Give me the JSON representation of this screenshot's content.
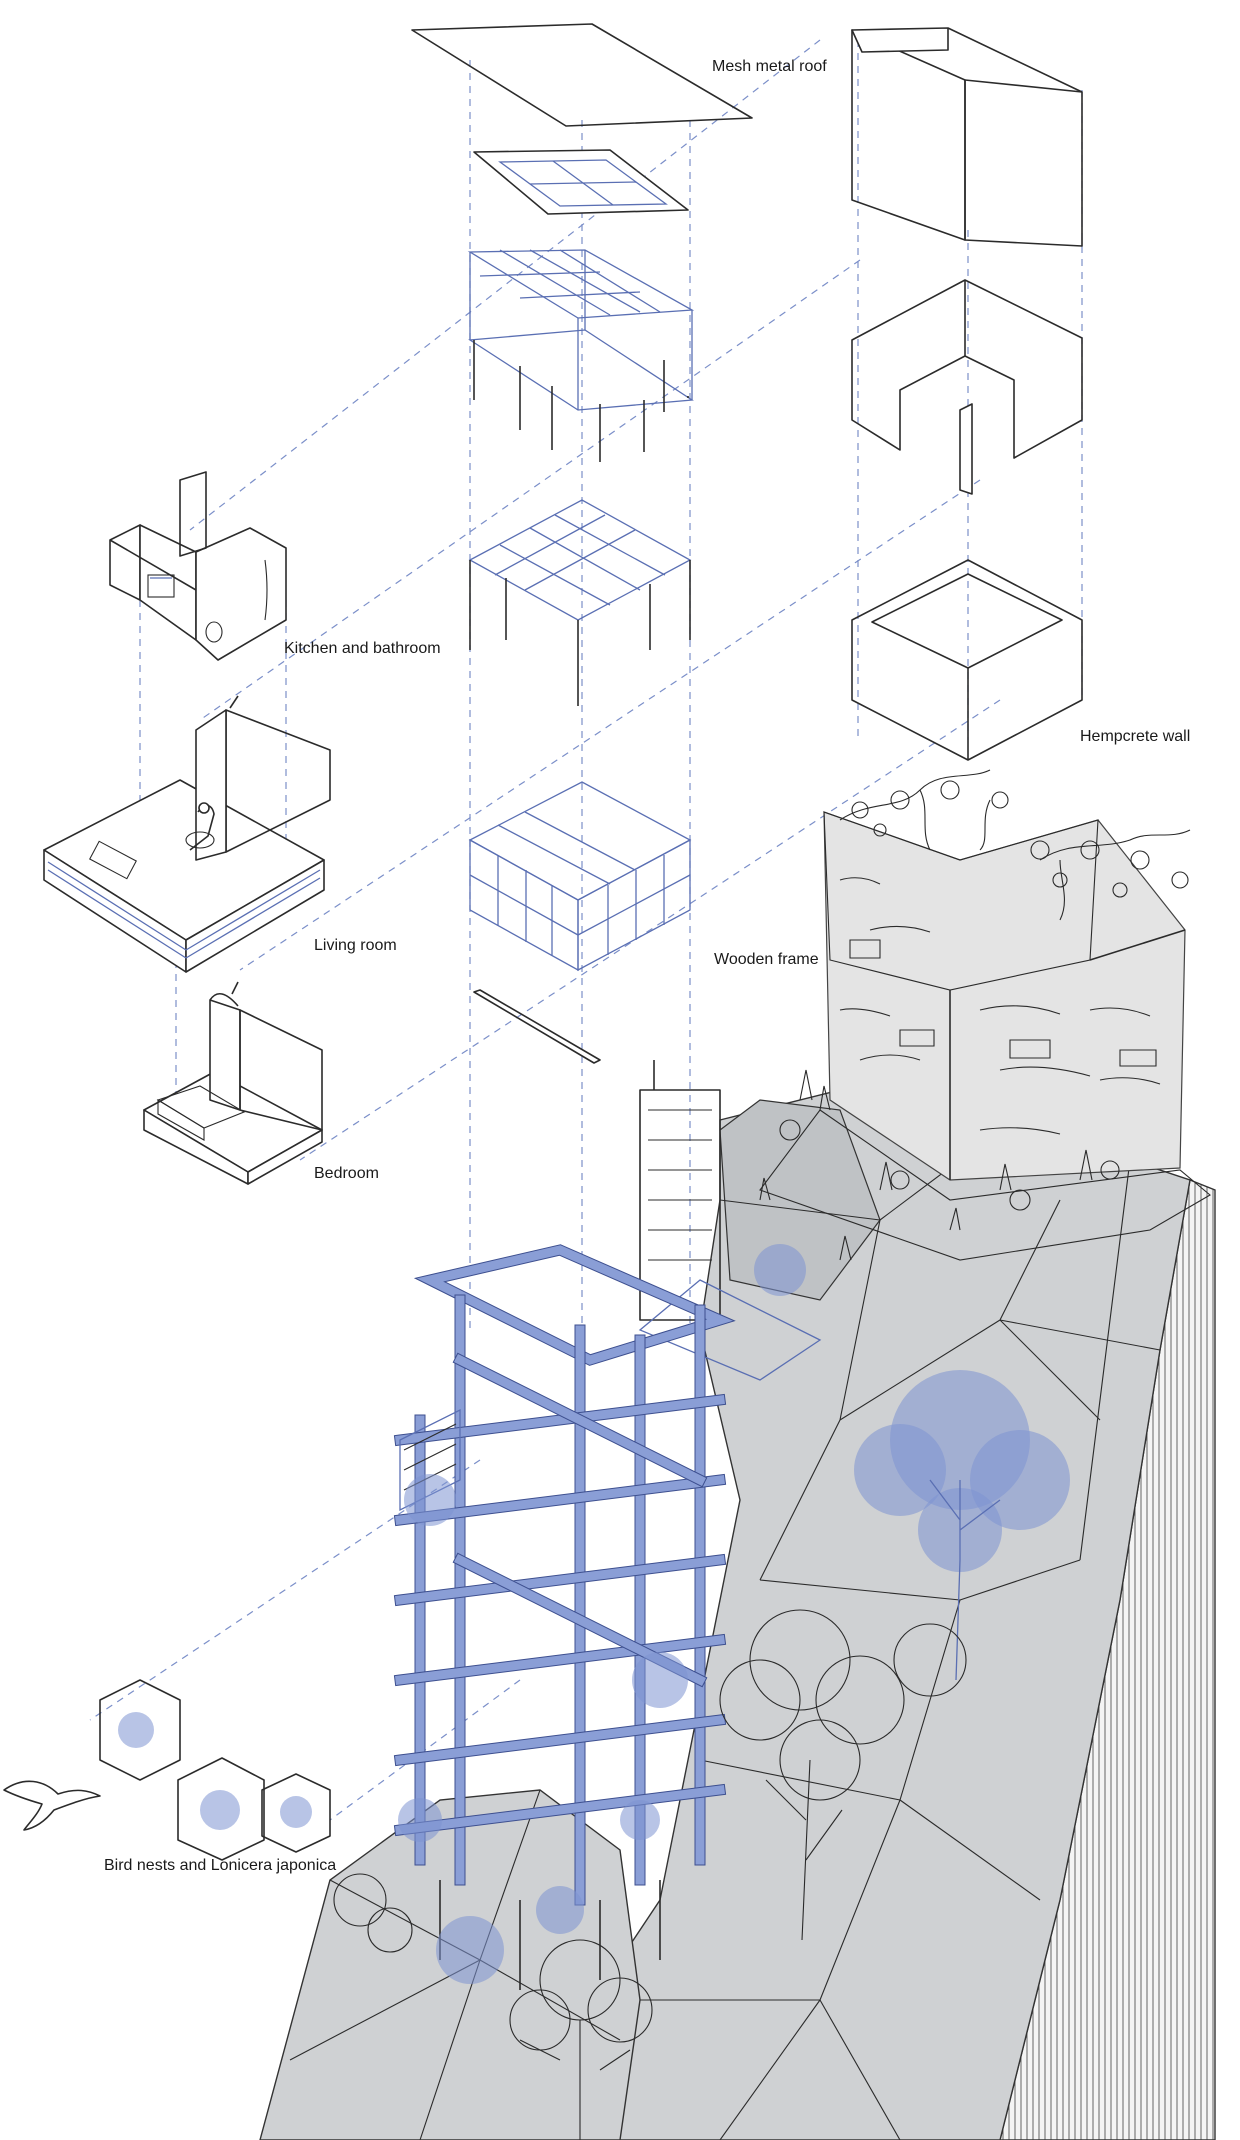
{
  "labels": {
    "mesh_roof": "Mesh metal roof",
    "kitchen": "Kitchen and bathroom",
    "hempcrete": "Hempcrete wall",
    "living": "Living room",
    "wooden": "Wooden frame",
    "bedroom": "Bedroom",
    "nests": "Bird nests and Lonicera japonica"
  },
  "colors": {
    "ink": "#2b2b2b",
    "accent_blue": "#5a6fb3",
    "rock_gray": "#cfd1d3"
  }
}
